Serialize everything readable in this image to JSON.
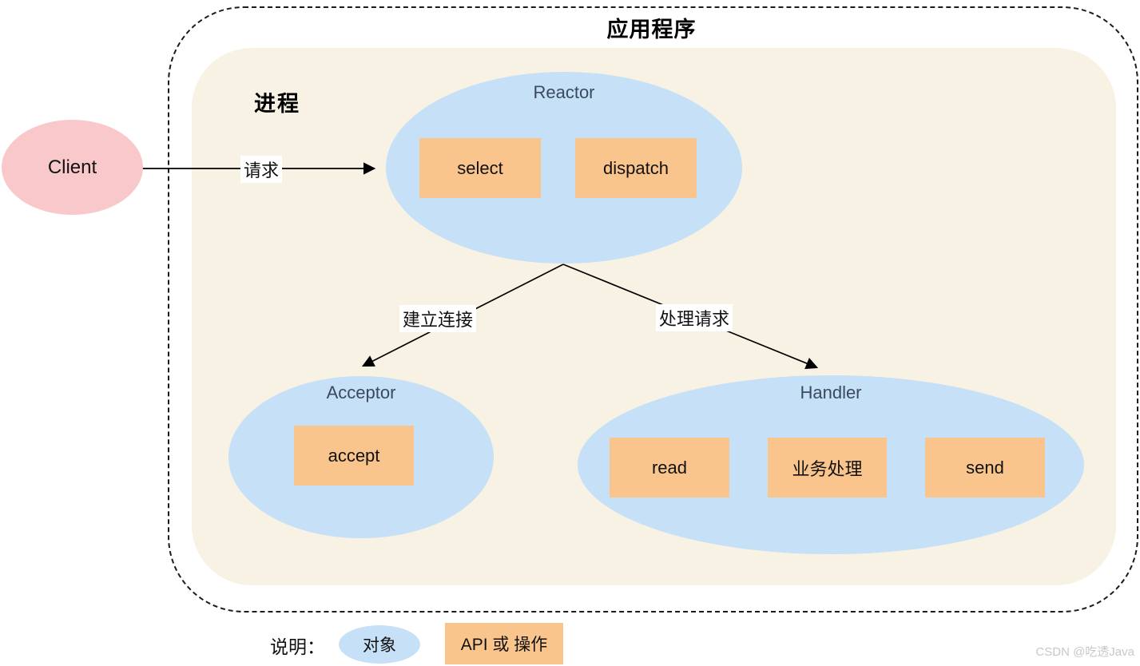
{
  "diagram": {
    "application_label": "应用程序",
    "process_label": "进程",
    "client_label": "Client",
    "edge_labels": {
      "request": "请求",
      "establish_connection": "建立连接",
      "handle_request": "处理请求"
    },
    "reactor": {
      "title": "Reactor",
      "ops": [
        "select",
        "dispatch"
      ]
    },
    "acceptor": {
      "title": "Acceptor",
      "ops": [
        "accept"
      ]
    },
    "handler": {
      "title": "Handler",
      "ops": [
        "read",
        "业务处理",
        "send"
      ]
    },
    "legend": {
      "label": "说明：",
      "object": "对象",
      "api": "API 或 操作"
    },
    "watermark": "CSDN @吃透Java",
    "colors": {
      "object_ellipse_fill": "#c5e0f7",
      "api_box_fill": "#fac58c",
      "client_fill": "#f9c8cb",
      "process_fill": "#f7f2e3",
      "ellipse_title_color": "#3b4a5c",
      "line_color": "#000000",
      "watermark_color": "#c8c8c8"
    }
  }
}
